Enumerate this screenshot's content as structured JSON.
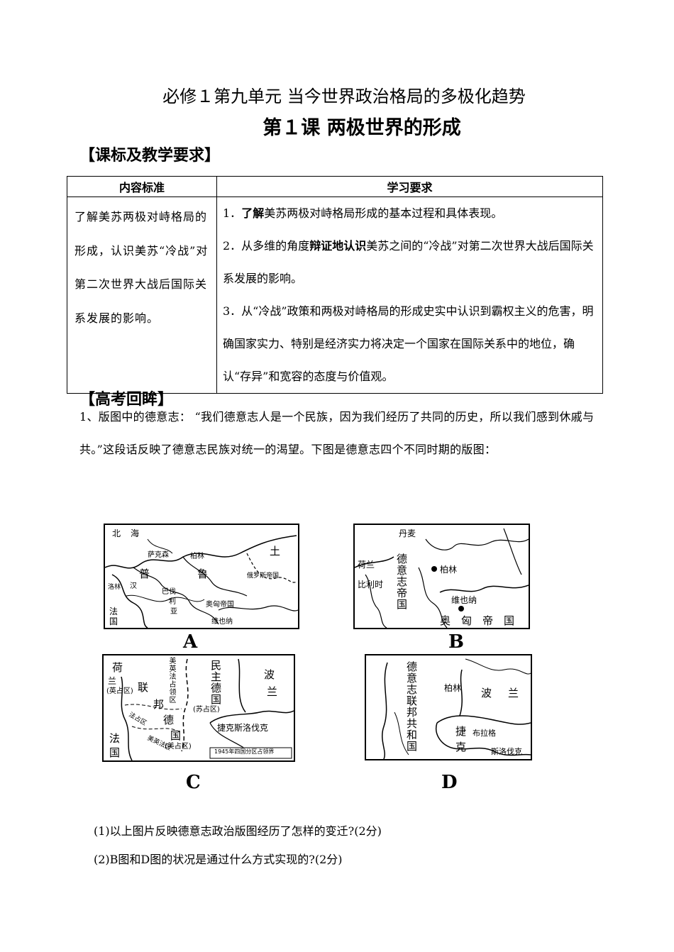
{
  "header": {
    "unit_title": "必修１第九单元  当今世界政治格局的多极化趋势",
    "lesson_title": "第１课  两极世界的形成"
  },
  "section1": {
    "heading": "【课标及教学要求】"
  },
  "standards_table": {
    "col1_header": "内容标准",
    "col2_header": "学习要求",
    "content_standard": "了解美苏两极对峙格局的形成，认识美苏“冷战”对第二次世界大战后国际关系发展的影响。",
    "req1_prefix": "1．",
    "req1_bold": "了解",
    "req1_rest": "美苏两极对峙格局形成的基本过程和具体表现。",
    "req2_prefix": "2．从多维的角度",
    "req2_bold": "辩证地认识",
    "req2_rest": "美苏之间的“冷战”对第二次世界大战后国际关系发展的影响。",
    "req3": "3．从“冷战”政策和两极对峙格局的形成史实中认识到霸权主义的危害，明确国家实力、特别是经济实力将决定一个国家在国际关系中的地位，确认“存异”和宽容的态度与价值观。"
  },
  "section2": {
    "heading": "【高考回眸】"
  },
  "question1": {
    "text": "1、版图中的德意志：    “我们德意志人是一个民族，因为我们经历了共同的历史，所以我们感到休戚与共。”这段话反映了德意志民族对统一的渴望。下图是德意志四个不同时期的版图："
  },
  "maps": {
    "a": {
      "caption": "A",
      "labels": [
        "北",
        "海",
        "土",
        "萨克森",
        "柏林",
        "普",
        "鲁",
        "俄罗斯帝国",
        "汉",
        "奥匈帝国",
        "维也纳",
        "法",
        "国",
        "巴伐",
        "利",
        "亚",
        "洛林"
      ]
    },
    "b": {
      "caption": "B",
      "labels": [
        "丹麦",
        "荷兰",
        "比利时",
        "德意志帝国",
        "柏林",
        "维也纳",
        "奥",
        "匈",
        "帝",
        "国"
      ]
    },
    "c": {
      "caption": "C",
      "labels": [
        "荷",
        "兰",
        "美英法占领区",
        "联",
        "邦",
        "(英占区)",
        "德",
        "国",
        "(美占区)",
        "民主德国",
        "(苏占区)",
        "波",
        "兰",
        "捷克斯洛伐克",
        "法",
        "国",
        "法占区",
        "1945年四国分区占领界",
        "美英法区"
      ]
    },
    "d": {
      "caption": "D",
      "labels": [
        "德意志联邦共和国",
        "柏林",
        "波",
        "兰",
        "捷",
        "克",
        "布拉格",
        "斯洛伐克"
      ]
    }
  },
  "sub_questions": {
    "q1": "(1)以上图片反映德意志政治版图经历了怎样的变迁?(2分)",
    "q2": "(2)B图和D图的状况是通过什么方式实现的?(2分)"
  }
}
